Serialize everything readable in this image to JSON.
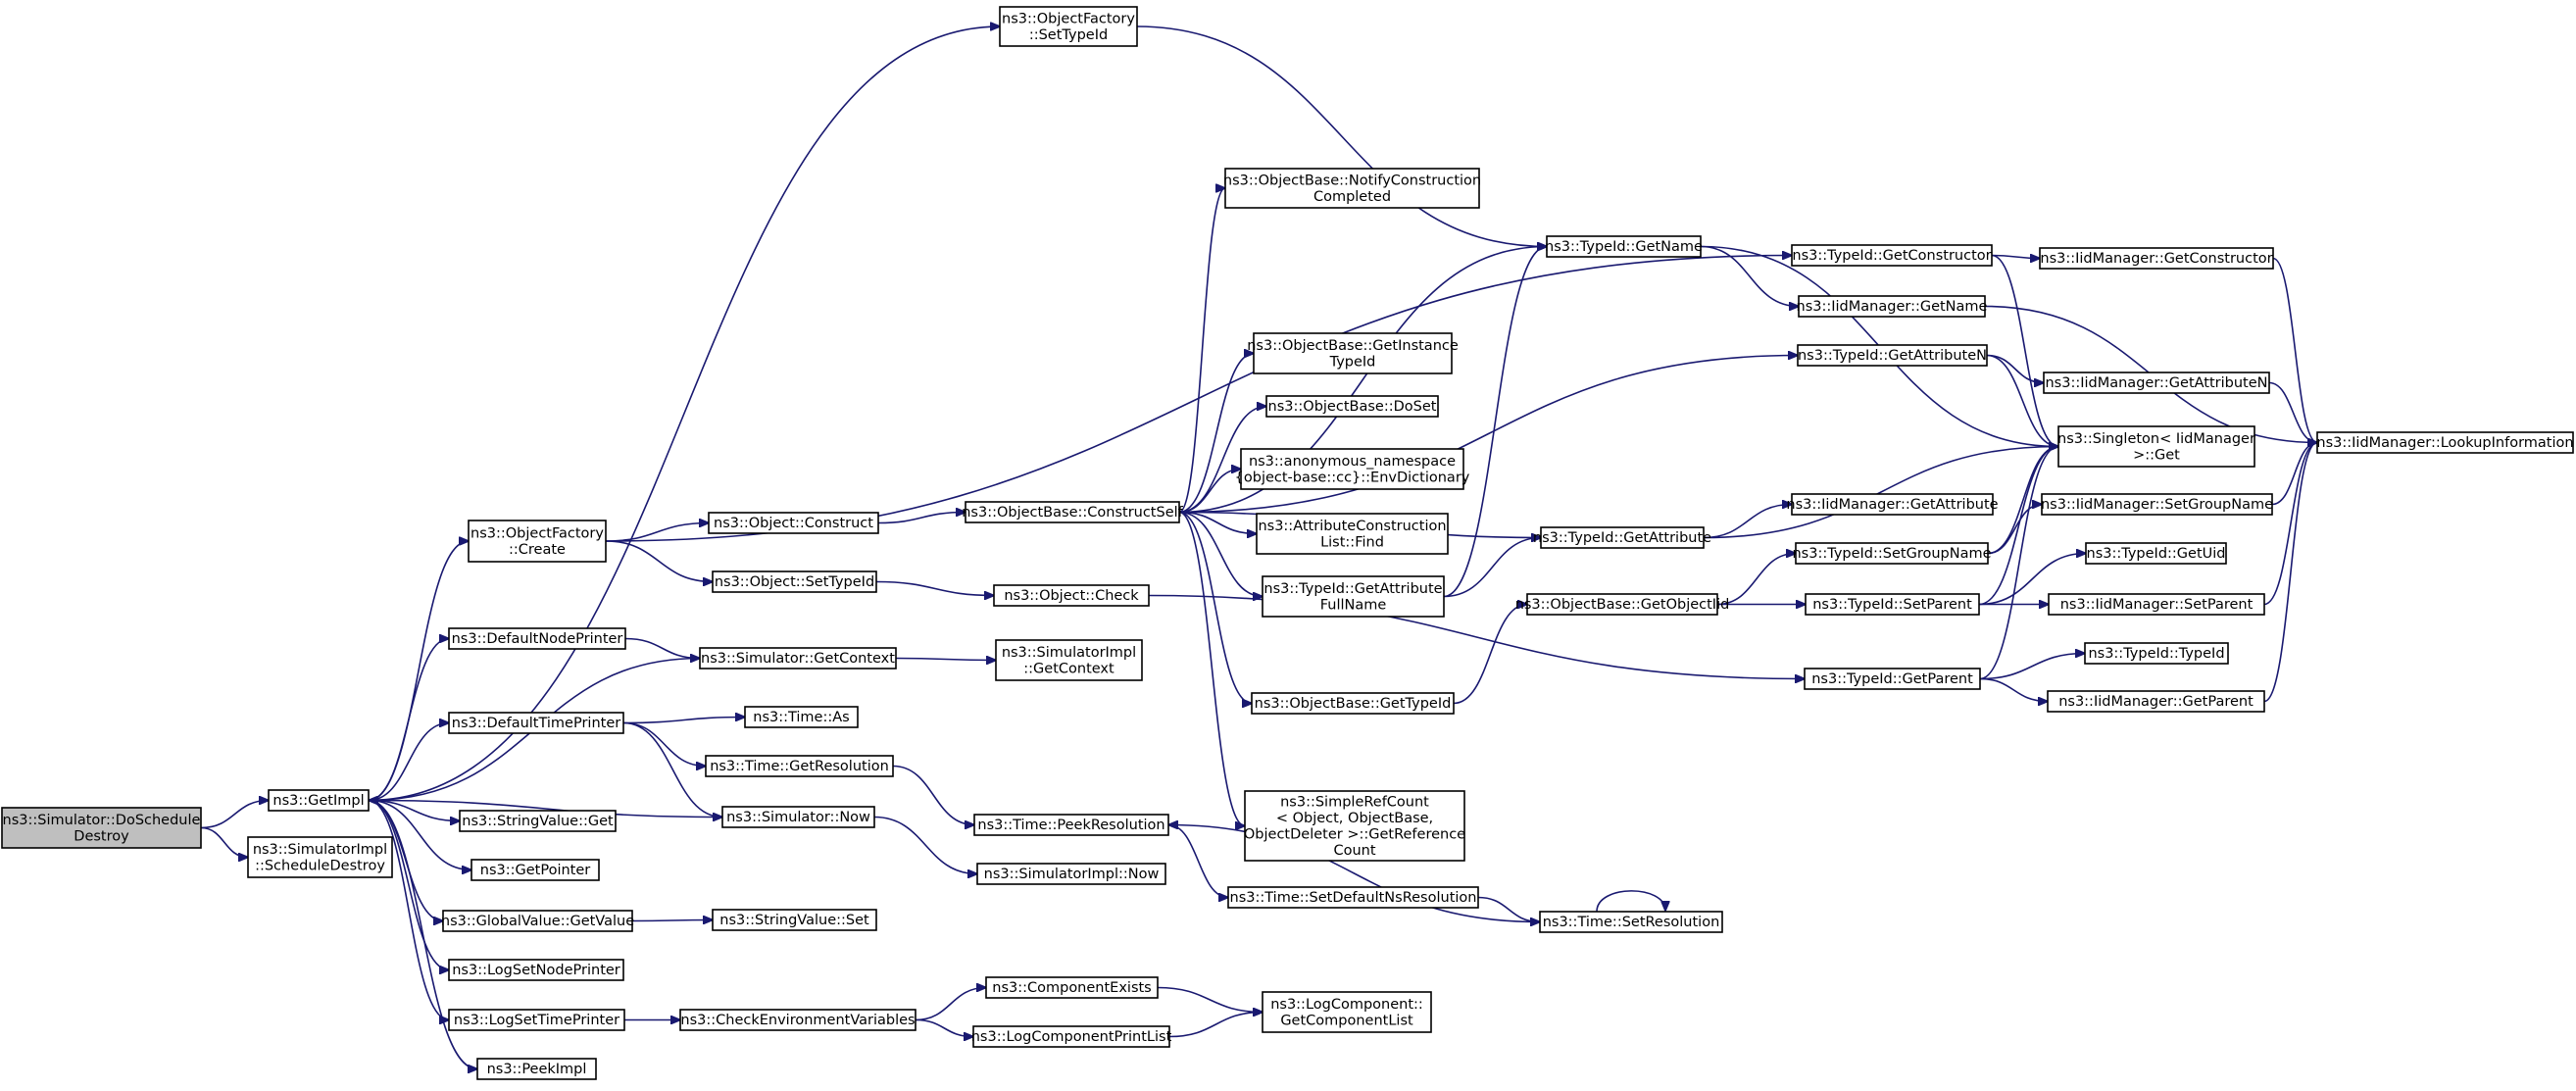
{
  "colors": {
    "node_fill": "#ffffff",
    "root_fill": "#bfbfbf",
    "node_border": "#000000",
    "edge": "#191970"
  },
  "nodes": [
    {
      "id": "doschedule",
      "lines": [
        "ns3::Simulator::DoSchedule",
        "Destroy"
      ],
      "root": true
    },
    {
      "id": "getimpl",
      "lines": [
        "ns3::GetImpl"
      ]
    },
    {
      "id": "simimpl_scheddestroy",
      "lines": [
        "ns3::SimulatorImpl",
        "::ScheduleDestroy"
      ]
    },
    {
      "id": "of_settypeid",
      "lines": [
        "ns3::ObjectFactory",
        "::SetTypeId"
      ]
    },
    {
      "id": "of_create",
      "lines": [
        "ns3::ObjectFactory",
        "::Create"
      ]
    },
    {
      "id": "defnodeprinter",
      "lines": [
        "ns3::DefaultNodePrinter"
      ]
    },
    {
      "id": "deftimeprinter",
      "lines": [
        "ns3::DefaultTimePrinter"
      ]
    },
    {
      "id": "stringvalue_get",
      "lines": [
        "ns3::StringValue::Get"
      ]
    },
    {
      "id": "getpointer",
      "lines": [
        "ns3::GetPointer"
      ]
    },
    {
      "id": "gv_getvalue",
      "lines": [
        "ns3::GlobalValue::GetValue"
      ]
    },
    {
      "id": "logsetnodeprinter",
      "lines": [
        "ns3::LogSetNodePrinter"
      ]
    },
    {
      "id": "logsettimeprinter",
      "lines": [
        "ns3::LogSetTimePrinter"
      ]
    },
    {
      "id": "peekimpl",
      "lines": [
        "ns3::PeekImpl"
      ]
    },
    {
      "id": "obj_construct",
      "lines": [
        "ns3::Object::Construct"
      ]
    },
    {
      "id": "obj_settypeid",
      "lines": [
        "ns3::Object::SetTypeId"
      ]
    },
    {
      "id": "sim_getcontext",
      "lines": [
        "ns3::Simulator::GetContext"
      ]
    },
    {
      "id": "time_as",
      "lines": [
        "ns3::Time::As"
      ]
    },
    {
      "id": "time_getres",
      "lines": [
        "ns3::Time::GetResolution"
      ]
    },
    {
      "id": "sim_now",
      "lines": [
        "ns3::Simulator::Now"
      ]
    },
    {
      "id": "stringvalue_set",
      "lines": [
        "ns3::StringValue::Set"
      ]
    },
    {
      "id": "checkenv",
      "lines": [
        "ns3::CheckEnvironmentVariables"
      ]
    },
    {
      "id": "ob_constructself",
      "lines": [
        "ns3::ObjectBase::ConstructSelf"
      ]
    },
    {
      "id": "obj_check",
      "lines": [
        "ns3::Object::Check"
      ]
    },
    {
      "id": "simimpl_getcontext",
      "lines": [
        "ns3::SimulatorImpl",
        "::GetContext"
      ]
    },
    {
      "id": "time_peekres",
      "lines": [
        "ns3::Time::PeekResolution"
      ]
    },
    {
      "id": "simimpl_now",
      "lines": [
        "ns3::SimulatorImpl::Now"
      ]
    },
    {
      "id": "compexists",
      "lines": [
        "ns3::ComponentExists"
      ]
    },
    {
      "id": "logcompprintlist",
      "lines": [
        "ns3::LogComponentPrintList"
      ]
    },
    {
      "id": "ob_notify",
      "lines": [
        "ns3::ObjectBase::NotifyConstruction",
        "Completed"
      ]
    },
    {
      "id": "ob_getinstance",
      "lines": [
        "ns3::ObjectBase::GetInstance",
        "TypeId"
      ]
    },
    {
      "id": "ob_doset",
      "lines": [
        "ns3::ObjectBase::DoSet"
      ]
    },
    {
      "id": "anon_envdict",
      "lines": [
        "ns3::anonymous_namespace",
        "{object-base::cc}::EnvDictionary"
      ]
    },
    {
      "id": "attrconst_find",
      "lines": [
        "ns3::AttributeConstruction",
        "List::Find"
      ]
    },
    {
      "id": "typeid_getattrfullname",
      "lines": [
        "ns3::TypeId::GetAttribute",
        "FullName"
      ]
    },
    {
      "id": "ob_gettypeid",
      "lines": [
        "ns3::ObjectBase::GetTypeId"
      ]
    },
    {
      "id": "simplerefcount",
      "lines": [
        "ns3::SimpleRefCount",
        "< Object, ObjectBase,",
        "ObjectDeleter >::GetReference",
        "Count"
      ]
    },
    {
      "id": "time_setdefnsres",
      "lines": [
        "ns3::Time::SetDefaultNsResolution"
      ]
    },
    {
      "id": "logcomp_getlist",
      "lines": [
        "ns3::LogComponent::",
        "GetComponentList"
      ]
    },
    {
      "id": "typeid_getname",
      "lines": [
        "ns3::TypeId::GetName"
      ]
    },
    {
      "id": "typeid_getattr",
      "lines": [
        "ns3::TypeId::GetAttribute"
      ]
    },
    {
      "id": "ob_getobjectiid",
      "lines": [
        "ns3::ObjectBase::GetObjectIid"
      ]
    },
    {
      "id": "time_setres",
      "lines": [
        "ns3::Time::SetResolution"
      ]
    },
    {
      "id": "typeid_getconstructor",
      "lines": [
        "ns3::TypeId::GetConstructor"
      ]
    },
    {
      "id": "iid_getname",
      "lines": [
        "ns3::IidManager::GetName"
      ]
    },
    {
      "id": "typeid_getattrn",
      "lines": [
        "ns3::TypeId::GetAttributeN"
      ]
    },
    {
      "id": "iid_getattr",
      "lines": [
        "ns3::IidManager::GetAttribute"
      ]
    },
    {
      "id": "typeid_setgroupname",
      "lines": [
        "ns3::TypeId::SetGroupName"
      ]
    },
    {
      "id": "typeid_setparent",
      "lines": [
        "ns3::TypeId::SetParent"
      ]
    },
    {
      "id": "typeid_getparent",
      "lines": [
        "ns3::TypeId::GetParent"
      ]
    },
    {
      "id": "iid_getconstructor",
      "lines": [
        "ns3::IidManager::GetConstructor"
      ]
    },
    {
      "id": "iid_getattrn",
      "lines": [
        "ns3::IidManager::GetAttributeN"
      ]
    },
    {
      "id": "singleton_get",
      "lines": [
        "ns3::Singleton< IidManager",
        ">::Get"
      ]
    },
    {
      "id": "iid_setgroupname",
      "lines": [
        "ns3::IidManager::SetGroupName"
      ]
    },
    {
      "id": "typeid_getuid",
      "lines": [
        "ns3::TypeId::GetUid"
      ]
    },
    {
      "id": "iid_setparent",
      "lines": [
        "ns3::IidManager::SetParent"
      ]
    },
    {
      "id": "typeid_typeid",
      "lines": [
        "ns3::TypeId::TypeId"
      ]
    },
    {
      "id": "iid_getparent",
      "lines": [
        "ns3::IidManager::GetParent"
      ]
    },
    {
      "id": "iid_lookup",
      "lines": [
        "ns3::IidManager::LookupInformation"
      ]
    }
  ],
  "edges": [
    [
      "doschedule",
      "getimpl"
    ],
    [
      "doschedule",
      "simimpl_scheddestroy"
    ],
    [
      "getimpl",
      "of_settypeid"
    ],
    [
      "getimpl",
      "of_create"
    ],
    [
      "getimpl",
      "defnodeprinter"
    ],
    [
      "getimpl",
      "deftimeprinter"
    ],
    [
      "getimpl",
      "stringvalue_get"
    ],
    [
      "getimpl",
      "getpointer"
    ],
    [
      "getimpl",
      "gv_getvalue"
    ],
    [
      "getimpl",
      "logsetnodeprinter"
    ],
    [
      "getimpl",
      "logsettimeprinter"
    ],
    [
      "getimpl",
      "peekimpl"
    ],
    [
      "of_settypeid",
      "typeid_getname"
    ],
    [
      "of_create",
      "typeid_getconstructor"
    ],
    [
      "of_create",
      "obj_construct"
    ],
    [
      "of_create",
      "obj_settypeid"
    ],
    [
      "defnodeprinter",
      "sim_getcontext"
    ],
    [
      "deftimeprinter",
      "time_as"
    ],
    [
      "deftimeprinter",
      "time_getres"
    ],
    [
      "deftimeprinter",
      "sim_now"
    ],
    [
      "sim_getcontext",
      "getimpl"
    ],
    [
      "sim_getcontext",
      "simimpl_getcontext"
    ],
    [
      "sim_now",
      "getimpl"
    ],
    [
      "sim_now",
      "simimpl_now"
    ],
    [
      "time_getres",
      "time_peekres"
    ],
    [
      "gv_getvalue",
      "stringvalue_set"
    ],
    [
      "logsettimeprinter",
      "checkenv"
    ],
    [
      "checkenv",
      "compexists"
    ],
    [
      "checkenv",
      "logcompprintlist"
    ],
    [
      "compexists",
      "logcomp_getlist"
    ],
    [
      "logcompprintlist",
      "logcomp_getlist"
    ],
    [
      "obj_construct",
      "ob_constructself"
    ],
    [
      "obj_settypeid",
      "obj_check"
    ],
    [
      "obj_check",
      "typeid_getparent"
    ],
    [
      "ob_constructself",
      "ob_notify"
    ],
    [
      "ob_constructself",
      "typeid_getname"
    ],
    [
      "ob_constructself",
      "typeid_getattrn"
    ],
    [
      "ob_constructself",
      "ob_getinstance"
    ],
    [
      "ob_constructself",
      "ob_doset"
    ],
    [
      "ob_constructself",
      "anon_envdict"
    ],
    [
      "ob_constructself",
      "attrconst_find"
    ],
    [
      "ob_constructself",
      "typeid_getattrfullname"
    ],
    [
      "ob_constructself",
      "typeid_getattr"
    ],
    [
      "ob_constructself",
      "ob_gettypeid"
    ],
    [
      "ob_constructself",
      "simplerefcount"
    ],
    [
      "typeid_getattrfullname",
      "typeid_getname"
    ],
    [
      "typeid_getattrfullname",
      "typeid_getattr"
    ],
    [
      "ob_gettypeid",
      "ob_getobjectiid"
    ],
    [
      "time_peekres",
      "time_setdefnsres"
    ],
    [
      "time_setdefnsres",
      "time_setres"
    ],
    [
      "time_setres",
      "time_peekres"
    ],
    [
      "time_setres",
      "time_setres"
    ],
    [
      "typeid_getname",
      "iid_getname"
    ],
    [
      "typeid_getname",
      "singleton_get"
    ],
    [
      "typeid_getattr",
      "iid_getattr"
    ],
    [
      "typeid_getattr",
      "singleton_get"
    ],
    [
      "ob_getobjectiid",
      "typeid_setgroupname"
    ],
    [
      "ob_getobjectiid",
      "typeid_setparent"
    ],
    [
      "typeid_getconstructor",
      "iid_getconstructor"
    ],
    [
      "typeid_getconstructor",
      "singleton_get"
    ],
    [
      "iid_getname",
      "iid_lookup"
    ],
    [
      "typeid_getattrn",
      "iid_getattrn"
    ],
    [
      "typeid_getattrn",
      "singleton_get"
    ],
    [
      "typeid_setgroupname",
      "iid_setgroupname"
    ],
    [
      "typeid_setgroupname",
      "singleton_get"
    ],
    [
      "typeid_setparent",
      "typeid_getuid"
    ],
    [
      "typeid_setparent",
      "iid_setparent"
    ],
    [
      "typeid_setparent",
      "singleton_get"
    ],
    [
      "typeid_getparent",
      "typeid_typeid"
    ],
    [
      "typeid_getparent",
      "iid_getparent"
    ],
    [
      "typeid_getparent",
      "singleton_get"
    ],
    [
      "iid_getconstructor",
      "iid_lookup"
    ],
    [
      "iid_getattrn",
      "iid_lookup"
    ],
    [
      "iid_setgroupname",
      "iid_lookup"
    ],
    [
      "iid_setparent",
      "iid_lookup"
    ],
    [
      "iid_getparent",
      "iid_lookup"
    ]
  ]
}
